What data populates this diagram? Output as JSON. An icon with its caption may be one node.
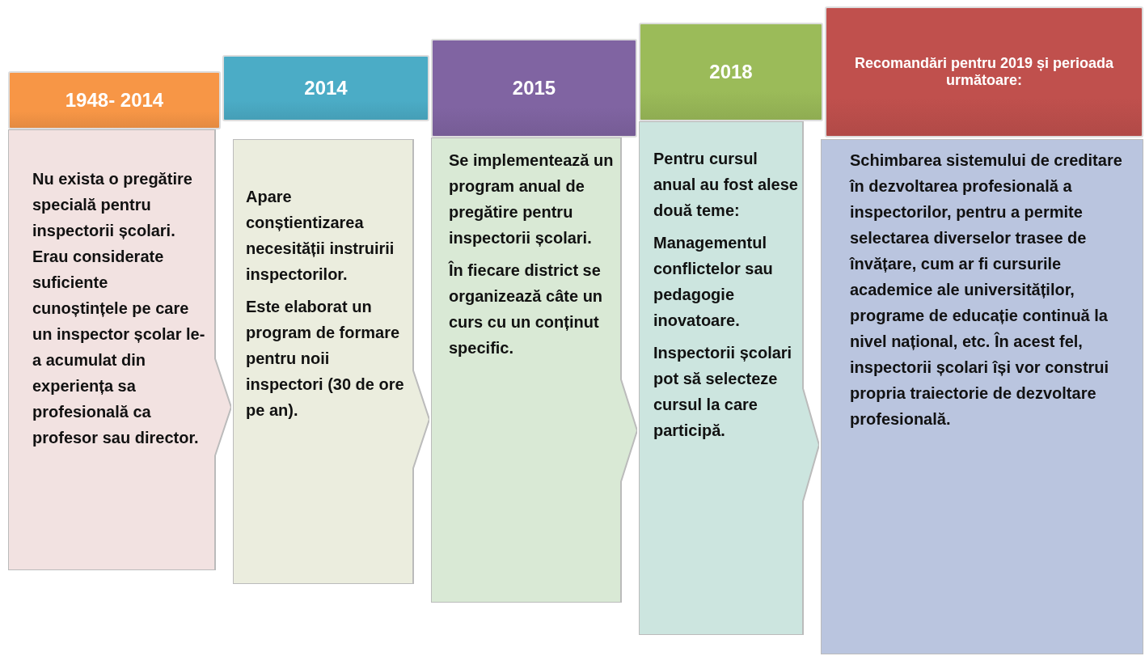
{
  "diagram": {
    "nodes": [
      {
        "text": [
          "1948- 2014"
        ]
      },
      {
        "text": [
          "Nu exista o pregătire specială pentru inspectorii școlari. Erau considerate suficiente cunoștințele pe care un inspector școlar le-a acumulat din experiența sa profesională ca profesor sau director."
        ]
      },
      {
        "text": [
          "2014"
        ]
      },
      {
        "text": [
          "Apare conștientizarea necesității instruirii inspectorilor.",
          "Este elaborat un program de formare pentru noii inspectori (30 de ore pe an)."
        ]
      },
      {
        "text": [
          "2015"
        ]
      },
      {
        "text": [
          "Se implementează un program anual de pregătire pentru inspectorii școlari.",
          "În fiecare district se organizează câte un curs cu un conținut specific."
        ]
      },
      {
        "text": [
          "2018"
        ]
      },
      {
        "text": [
          "Pentru cursul anual au fost alese două teme:",
          "Managementul conflictelor sau pedagogie inovatoare.",
          "Inspectorii școlari pot să selecteze cursul la care participă."
        ]
      },
      {
        "text": [
          "Recomandări pentru 2019 și perioada următoare:"
        ]
      },
      {
        "text": [
          "Schimbarea sistemului de creditare în dezvoltarea profesională a inspectorilor, pentru a permite selectarea diverselor trasee de învățare, cum ar fi cursurile academice ale universităților, programe de educație continuă la nivel național, etc. În acest fel, inspectorii școlari își vor construi propria traiectorie de dezvoltare profesională."
        ]
      }
    ]
  }
}
